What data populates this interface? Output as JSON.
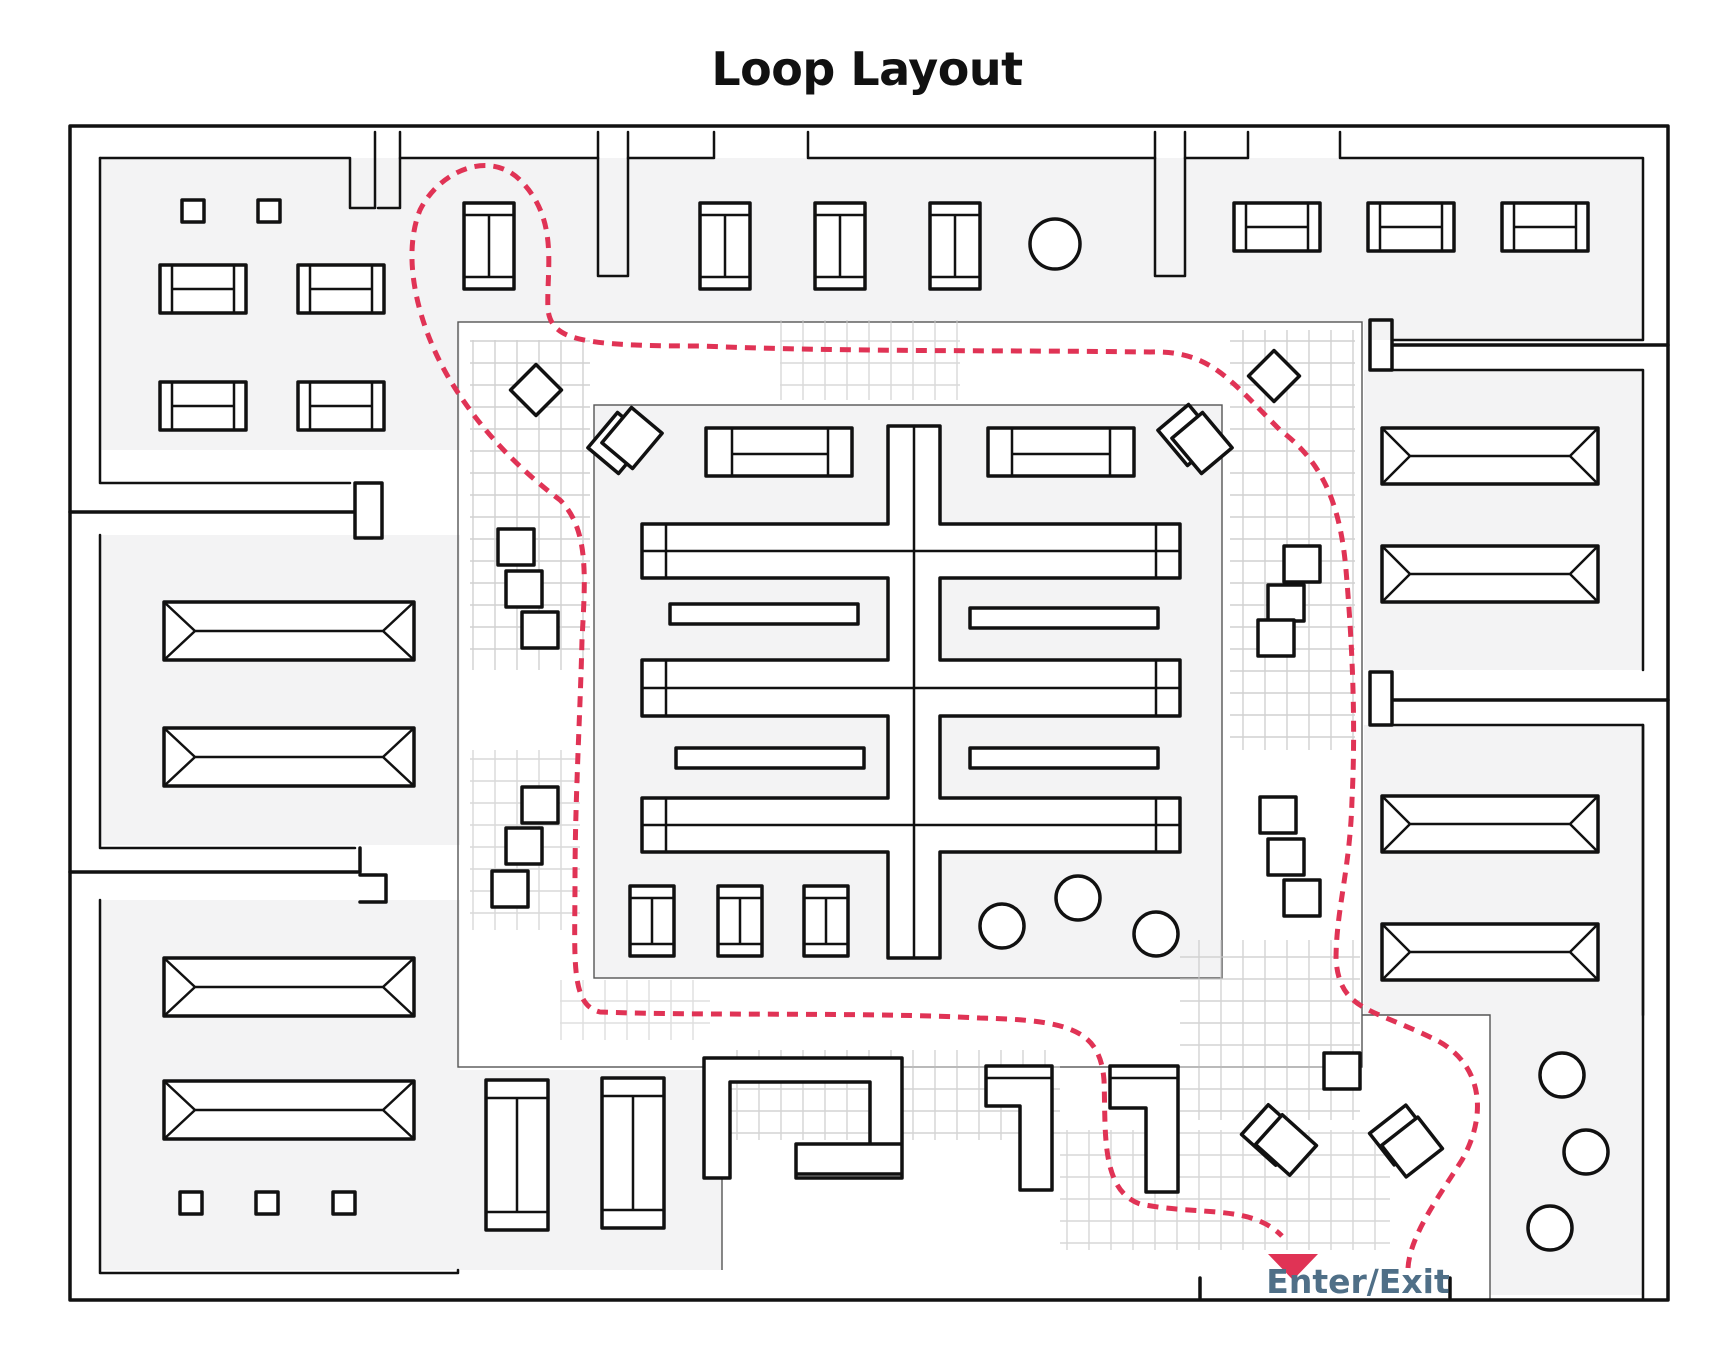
{
  "title": "Loop Layout",
  "entrance_label": "Enter/Exit",
  "colors": {
    "route": "#e03355",
    "label": "#4f6f87",
    "ink": "#111111",
    "zone_fill": "#f3f3f4",
    "hatch": "#c9c9c9"
  },
  "icons": {
    "route": "dashed-path",
    "entrance_marker": "down-triangle"
  }
}
